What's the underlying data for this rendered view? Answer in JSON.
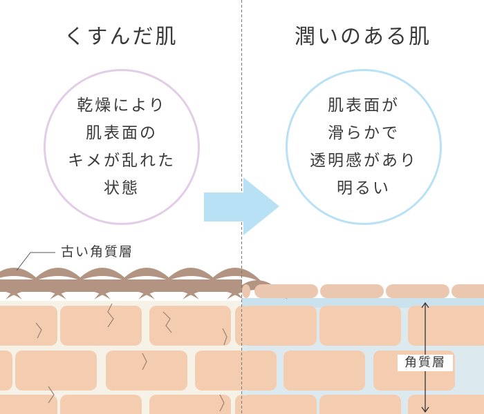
{
  "titles": {
    "left": "くすんだ肌",
    "right": "潤いのある肌"
  },
  "left_circle": {
    "lines": [
      "乾燥により",
      "肌表面の",
      "キメが乱れた",
      "状態"
    ]
  },
  "right_circle": {
    "lines": [
      "肌表面が",
      "滑らかで",
      "透明感があり",
      "明るい"
    ]
  },
  "labels": {
    "old_stratum": "古い角質層",
    "stratum_corneum": "角質層"
  },
  "colors": {
    "left_circle_border": "#e3cce7",
    "right_circle_border": "#b8e1f5",
    "arrow": "#b8e1f5",
    "rough_scales": "#b39483",
    "smooth_scales": "#ecc7b0",
    "cells": "#f4cdb1",
    "mortar_left": "#f7f2e7",
    "mortar_right": "#dce9ee",
    "moisture_gap": "#c9e2ed",
    "crack": "#9a7f6f",
    "divider": "#777777"
  },
  "icons": {
    "arrow": "right-arrow-icon",
    "depth": "double-arrow-icon"
  }
}
